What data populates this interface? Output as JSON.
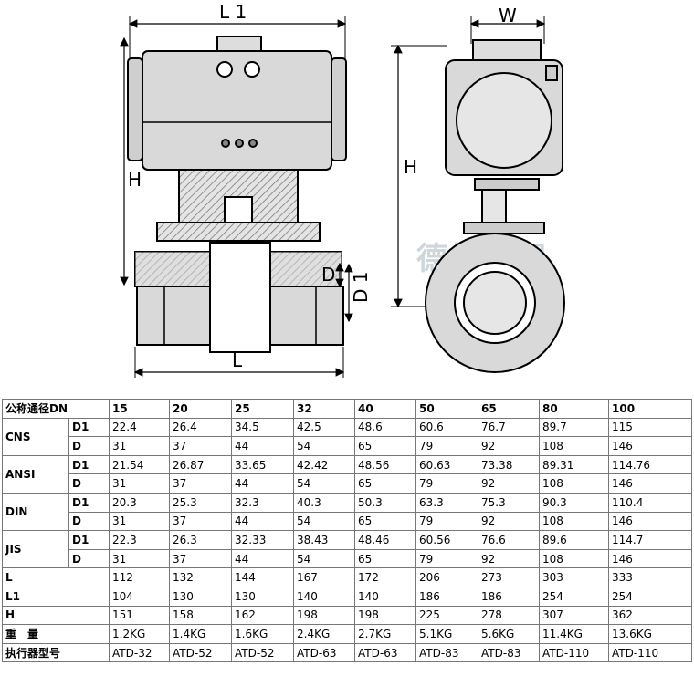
{
  "drawing": {
    "labels": {
      "L1": "L 1",
      "W": "W",
      "H_left": "H",
      "H_right": "H",
      "D": "D",
      "D1": "D 1",
      "L": "L"
    },
    "watermark": "德楊閥門",
    "colors": {
      "line": "#000000",
      "body": "#d9d9d9",
      "hatch": "#777777",
      "dark": "#555555"
    }
  },
  "table": {
    "header": [
      "公称通径DN",
      "15",
      "20",
      "25",
      "32",
      "40",
      "50",
      "65",
      "80",
      "100"
    ],
    "standards": [
      {
        "name": "CNS",
        "rows": [
          {
            "sub": "D1",
            "values": [
              "22.4",
              "26.4",
              "34.5",
              "42.5",
              "48.6",
              "60.6",
              "76.7",
              "89.7",
              "115"
            ]
          },
          {
            "sub": "D",
            "values": [
              "31",
              "37",
              "44",
              "54",
              "65",
              "79",
              "92",
              "108",
              "146"
            ]
          }
        ]
      },
      {
        "name": "ANSI",
        "rows": [
          {
            "sub": "D1",
            "values": [
              "21.54",
              "26.87",
              "33.65",
              "42.42",
              "48.56",
              "60.63",
              "73.38",
              "89.31",
              "114.76"
            ]
          },
          {
            "sub": "D",
            "values": [
              "31",
              "37",
              "44",
              "54",
              "65",
              "79",
              "92",
              "108",
              "146"
            ]
          }
        ]
      },
      {
        "name": "DIN",
        "rows": [
          {
            "sub": "D1",
            "values": [
              "20.3",
              "25.3",
              "32.3",
              "40.3",
              "50.3",
              "63.3",
              "75.3",
              "90.3",
              "110.4"
            ]
          },
          {
            "sub": "D",
            "values": [
              "31",
              "37",
              "44",
              "54",
              "65",
              "79",
              "92",
              "108",
              "146"
            ]
          }
        ]
      },
      {
        "name": "JIS",
        "rows": [
          {
            "sub": "D1",
            "values": [
              "22.3",
              "26.3",
              "32.33",
              "38.43",
              "48.46",
              "60.56",
              "76.6",
              "89.6",
              "114.7"
            ]
          },
          {
            "sub": "D",
            "values": [
              "31",
              "37",
              "44",
              "54",
              "65",
              "79",
              "92",
              "108",
              "146"
            ]
          }
        ]
      }
    ],
    "plain_rows": [
      {
        "name": "L",
        "values": [
          "112",
          "132",
          "144",
          "167",
          "172",
          "206",
          "273",
          "303",
          "333"
        ]
      },
      {
        "name": "L1",
        "values": [
          "104",
          "130",
          "130",
          "140",
          "140",
          "186",
          "186",
          "254",
          "254"
        ]
      },
      {
        "name": "H",
        "values": [
          "151",
          "158",
          "162",
          "198",
          "198",
          "225",
          "278",
          "307",
          "362"
        ]
      },
      {
        "name": "重　量",
        "values": [
          "1.2KG",
          "1.4KG",
          "1.6KG",
          "2.4KG",
          "2.7KG",
          "5.1KG",
          "5.6KG",
          "11.4KG",
          "13.6KG"
        ]
      },
      {
        "name": "执行器型号",
        "values": [
          "ATD-32",
          "ATD-52",
          "ATD-52",
          "ATD-63",
          "ATD-63",
          "ATD-83",
          "ATD-83",
          "ATD-110",
          "ATD-110"
        ]
      }
    ]
  }
}
